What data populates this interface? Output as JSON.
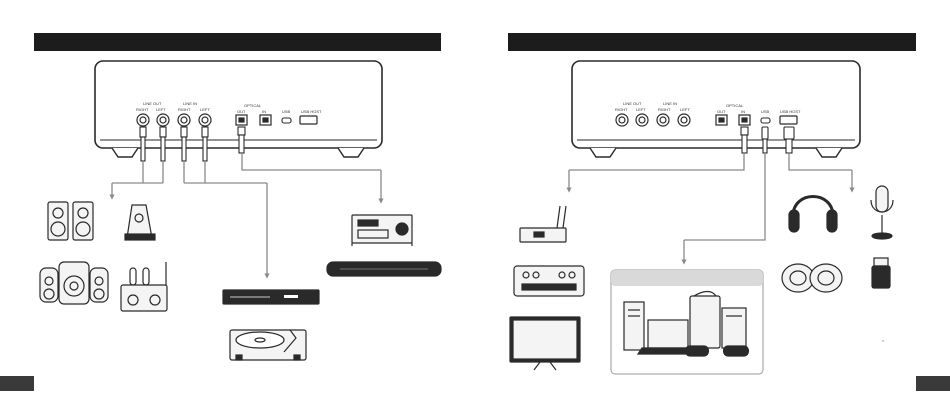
{
  "colors": {
    "title_bar": "#1c1c1c",
    "line": "#8a8a8a",
    "device": "#2a2a2a",
    "panel": "#d9d9d9"
  },
  "left_panel": {
    "line_out": "LINE OUT",
    "line_in": "LINE IN",
    "right_1": "RIGHT",
    "left_1": "LEFT",
    "right_2": "RIGHT",
    "left_2": "LEFT",
    "optical": "OPTICAL",
    "opt_out": "OUT",
    "opt_in": "IN",
    "usb": "USB",
    "usb_host": "USB HOST"
  },
  "right_panel": {
    "line_out": "LINE OUT",
    "line_in": "LINE IN",
    "right_1": "RIGHT",
    "left_1": "LEFT",
    "right_2": "RIGHT",
    "left_2": "LEFT",
    "optical": "OPTICAL",
    "opt_out": "OUT",
    "opt_in": "IN",
    "usb": "USB",
    "usb_host": "USB HOST"
  },
  "icons": {
    "left": [
      "speakers-icon",
      "dac-amp-icon",
      "subwoofer-speakers-icon",
      "tube-amp-icon",
      "av-receiver-icon",
      "soundbar-icon",
      "bluray-player-icon",
      "turntable-icon"
    ],
    "right": [
      "wireless-transmitter-icon",
      "audio-mixer-icon",
      "tv-icon",
      "headphones-icon",
      "microphone-icon",
      "usb-speakers-icon",
      "usb-dongle-icon",
      "pc-console-group-icon"
    ]
  }
}
